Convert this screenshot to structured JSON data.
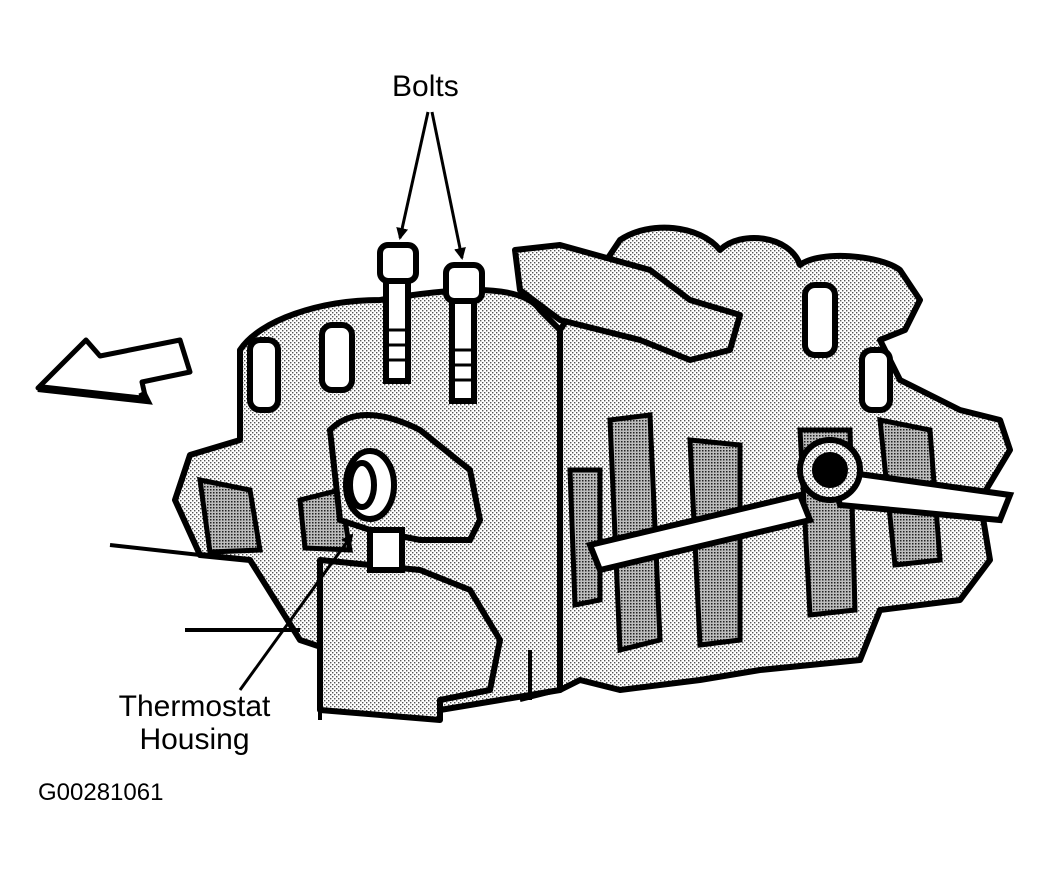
{
  "labels": {
    "bolts": "Bolts",
    "thermostat_line1": "Thermostat",
    "thermostat_line2": "Housing",
    "figure_code": "G00281061"
  },
  "colors": {
    "ink": "#000000",
    "stipple": "#8a8a8a",
    "background": "#ffffff"
  }
}
